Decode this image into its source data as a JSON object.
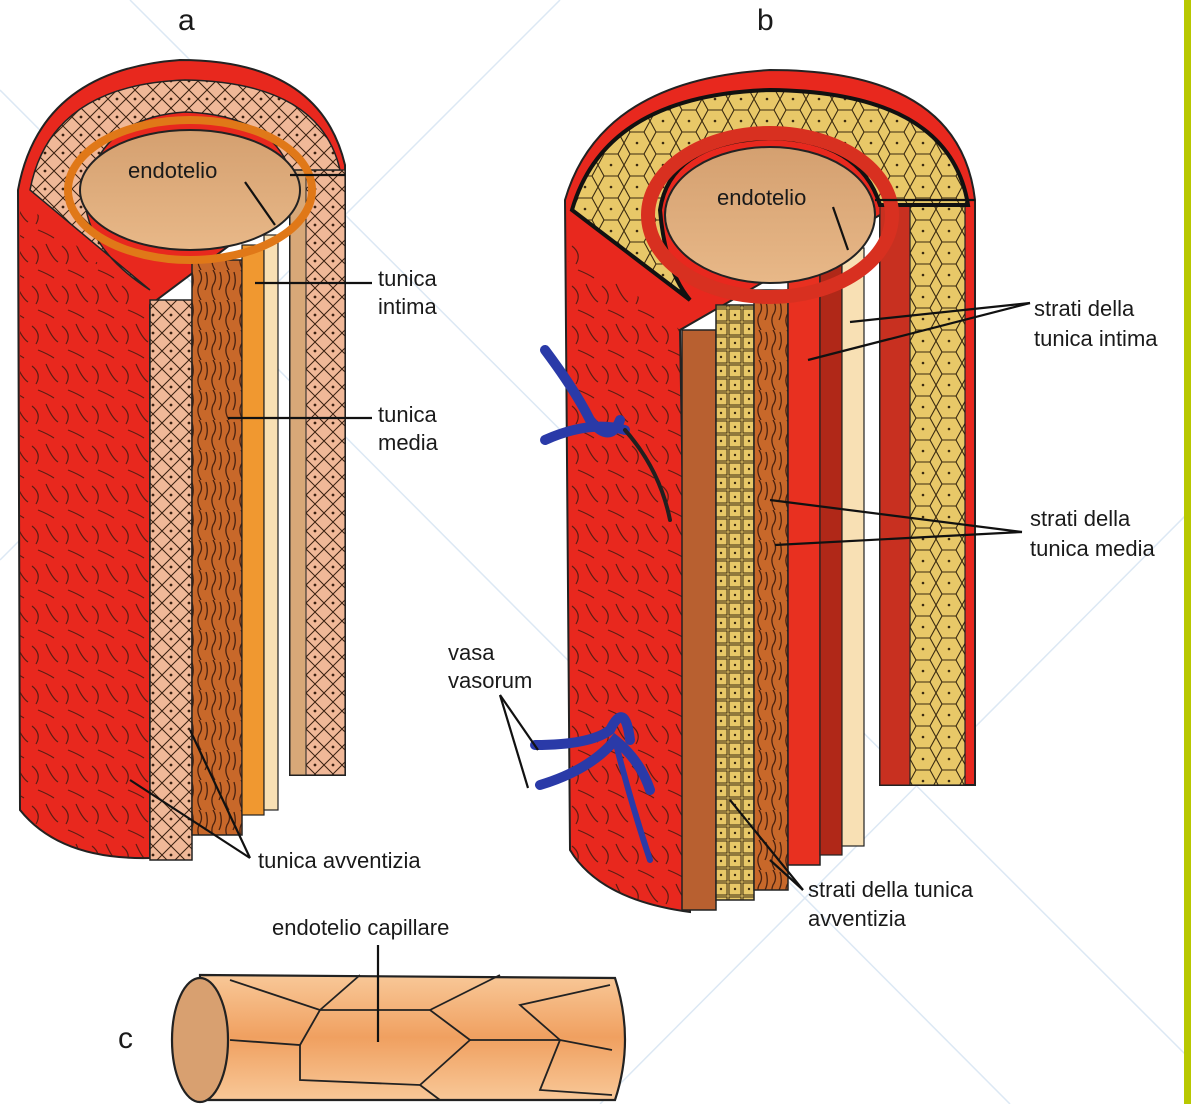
{
  "panels": {
    "a": "a",
    "b": "b",
    "c": "c"
  },
  "panel_a": {
    "endothelium": "endotelio",
    "intima": [
      "tunica",
      "intima"
    ],
    "media": [
      "tunica",
      "media"
    ],
    "adventitia": "tunica avventizia"
  },
  "panel_b": {
    "endothelium": "endotelio",
    "intima": [
      "strati della",
      "tunica intima"
    ],
    "media": [
      "strati della",
      "tunica media"
    ],
    "vasa": [
      "vasa",
      "vasorum"
    ],
    "adventitia": [
      "strati della tunica",
      "avventizia"
    ]
  },
  "panel_c": {
    "endothelium": "endotelio capillare"
  },
  "colors": {
    "adventitia_red": "#e8281e",
    "lumen": "#d8a878",
    "intima_pale": "#f6dcb0",
    "media_orange": "#c8682a",
    "media_yellow": "#e8c868",
    "vein_blue": "#2a3aa8",
    "capillary": "#f0a060",
    "watermark_line": "#dce8f4",
    "frame_yellow": "#b8c800"
  }
}
